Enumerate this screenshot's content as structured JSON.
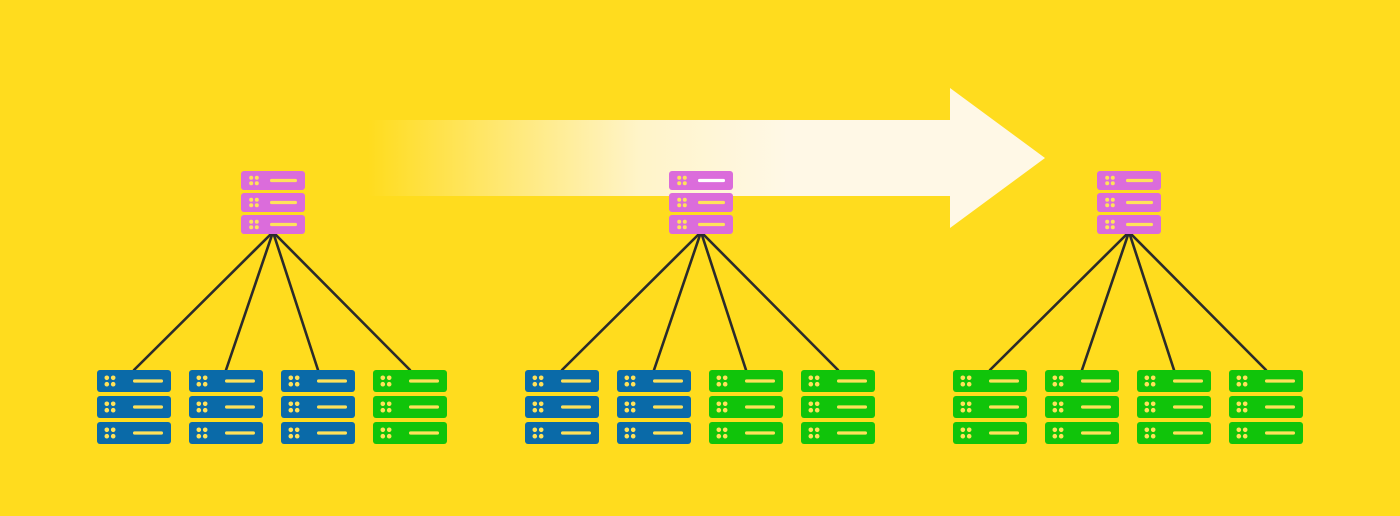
{
  "colors": {
    "background": "#FFDC1E",
    "load_balancer": "#DB6CDB",
    "old_version": "#0A6AA8",
    "new_version": "#10C40A",
    "connector": "#2B2B2B",
    "indicator_led": "#FFE25A",
    "indicator_bar_lb": "#FFE25A",
    "indicator_bar_lb_active": "#FFFFFF",
    "arrow": "#FFF8E6"
  },
  "arrow": {
    "direction": "right",
    "style": "gradient-fade-in"
  },
  "stages": [
    {
      "name": "stage-1",
      "load_balancer_icon": "server-stack-icon",
      "backend_versions": [
        "old",
        "old",
        "old",
        "new"
      ]
    },
    {
      "name": "stage-2",
      "load_balancer_icon": "server-stack-icon",
      "backend_versions": [
        "old",
        "old",
        "new",
        "new"
      ]
    },
    {
      "name": "stage-3",
      "load_balancer_icon": "server-stack-icon",
      "backend_versions": [
        "new",
        "new",
        "new",
        "new"
      ]
    }
  ]
}
